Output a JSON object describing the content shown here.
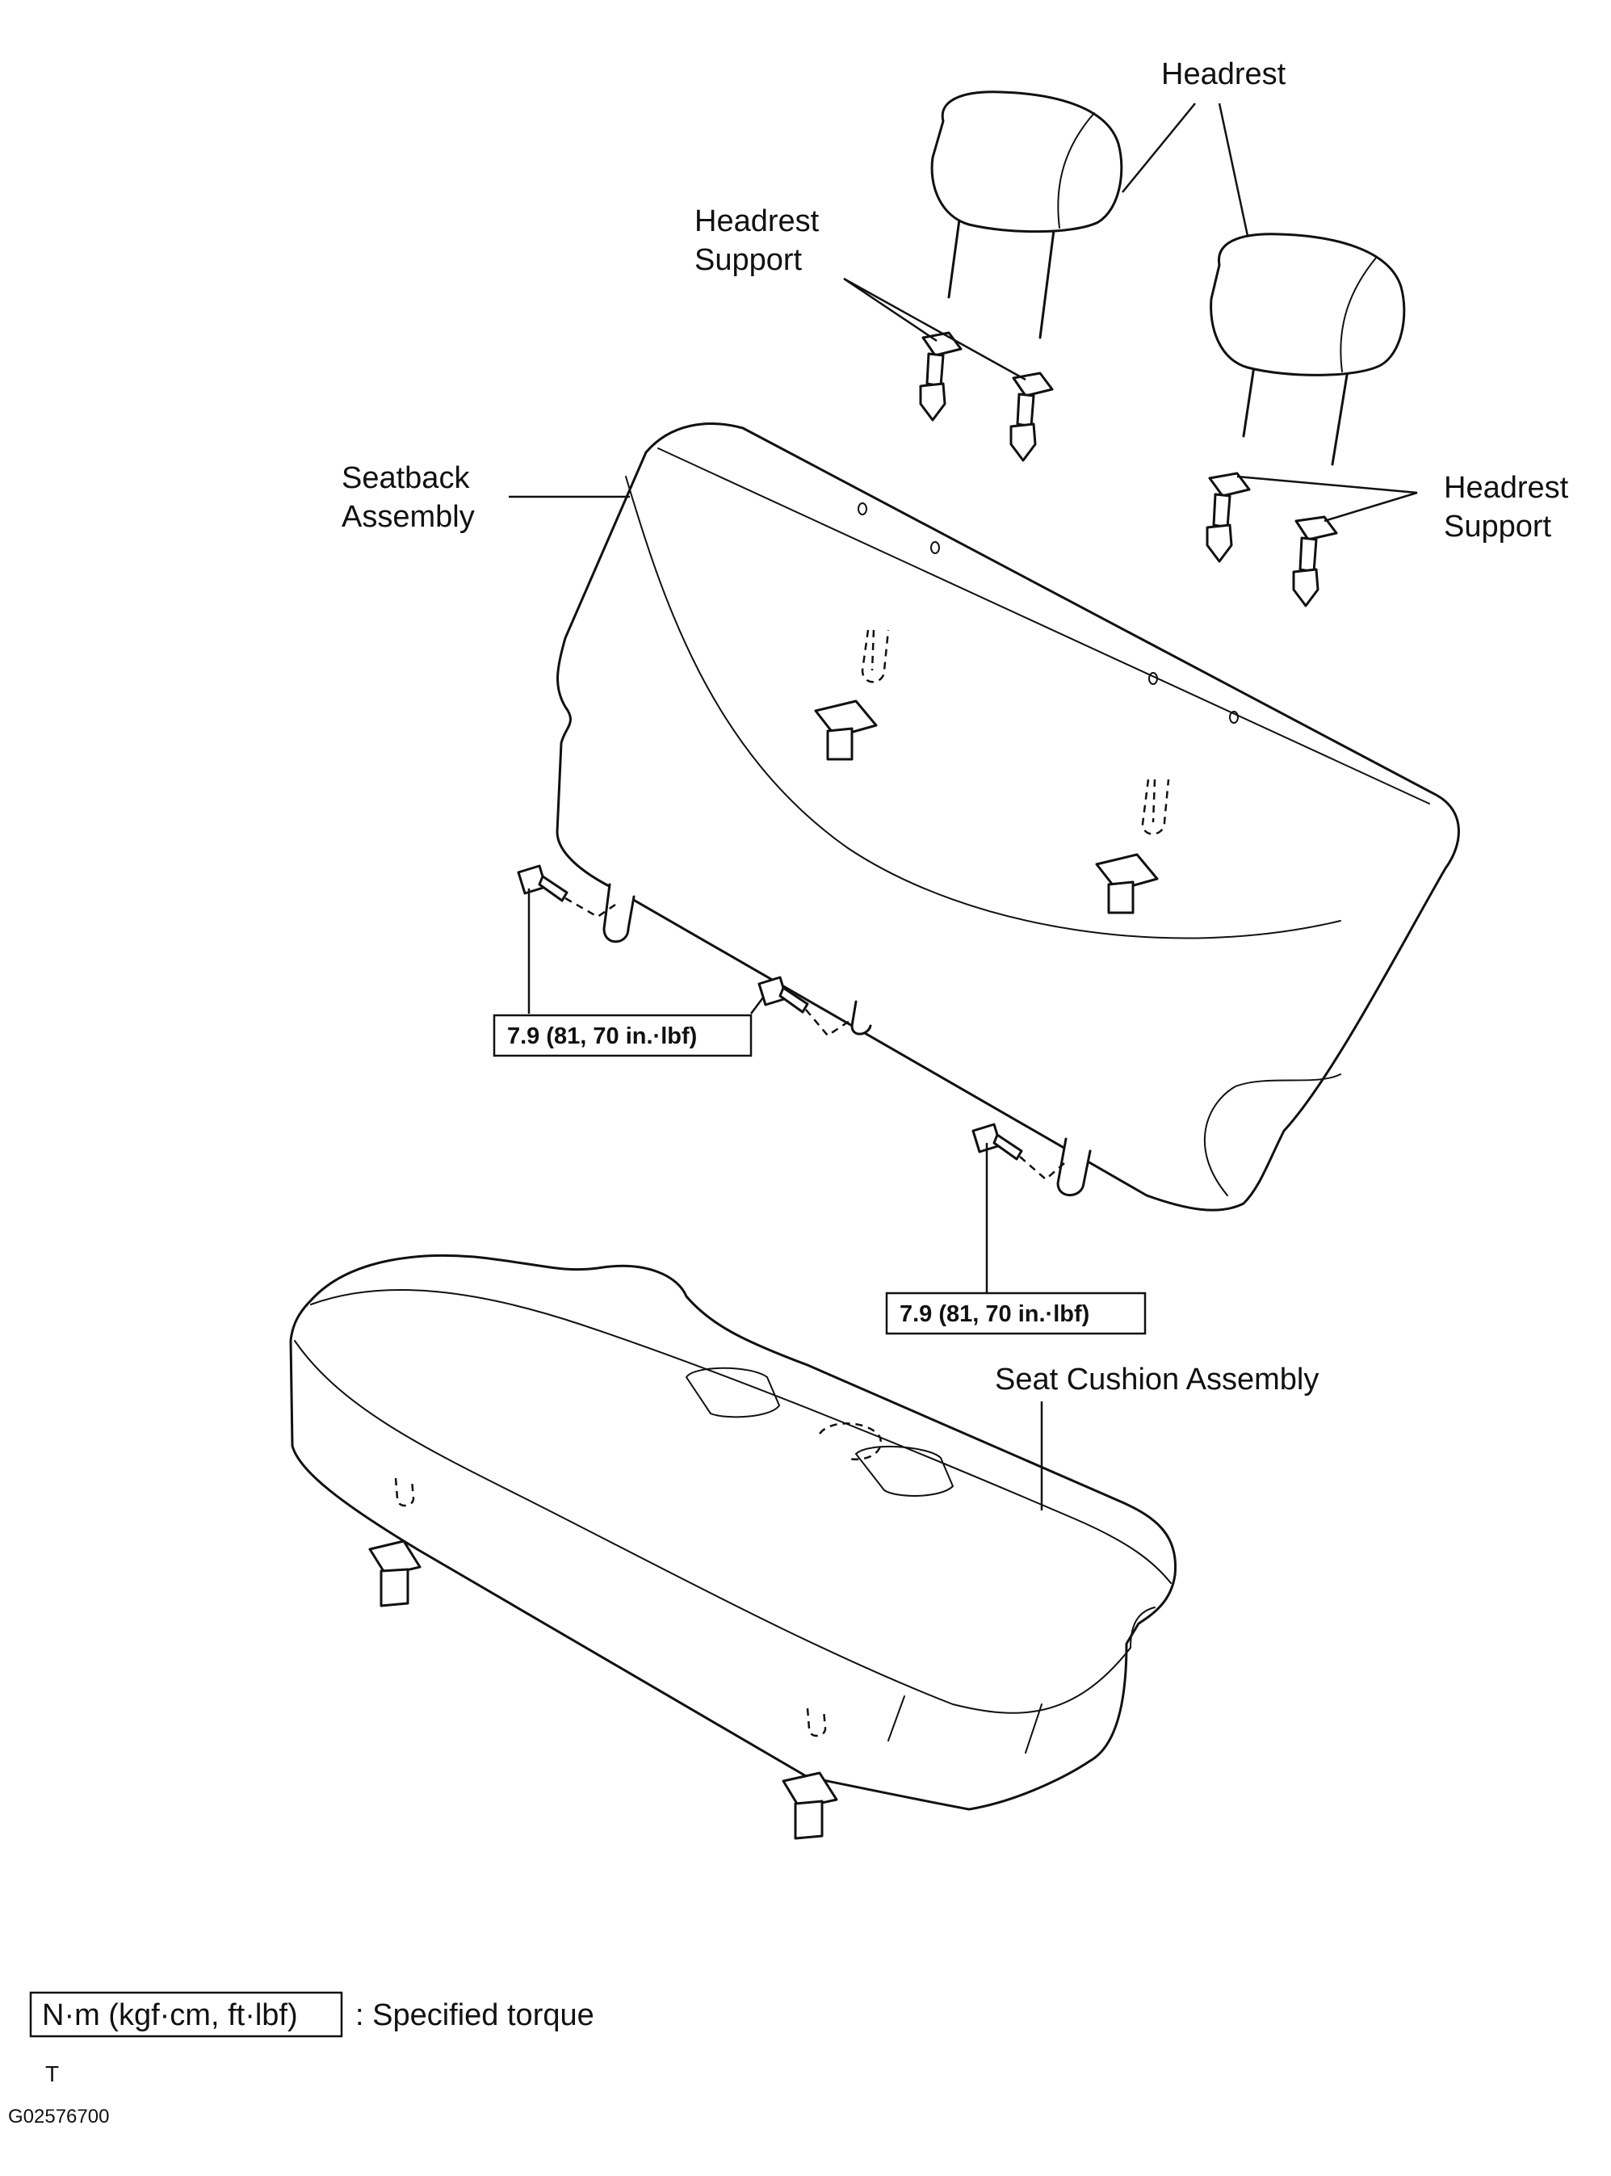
{
  "labels": {
    "headrest": "Headrest",
    "headrest_support_left_line1": "Headrest",
    "headrest_support_left_line2": "Support",
    "headrest_support_right_line1": "Headrest",
    "headrest_support_right_line2": "Support",
    "seatback_line1": "Seatback",
    "seatback_line2": "Assembly",
    "seat_cushion": "Seat Cushion Assembly"
  },
  "torque": {
    "left": "7.9 (81, 70 in.·lbf)",
    "right": "7.9 (81, 70 in.·lbf)"
  },
  "legend": {
    "units": "N·m (kgf·cm, ft·lbf)",
    "meaning": ": Specified torque"
  },
  "footer": {
    "mark": "T",
    "code": "G02576700"
  }
}
